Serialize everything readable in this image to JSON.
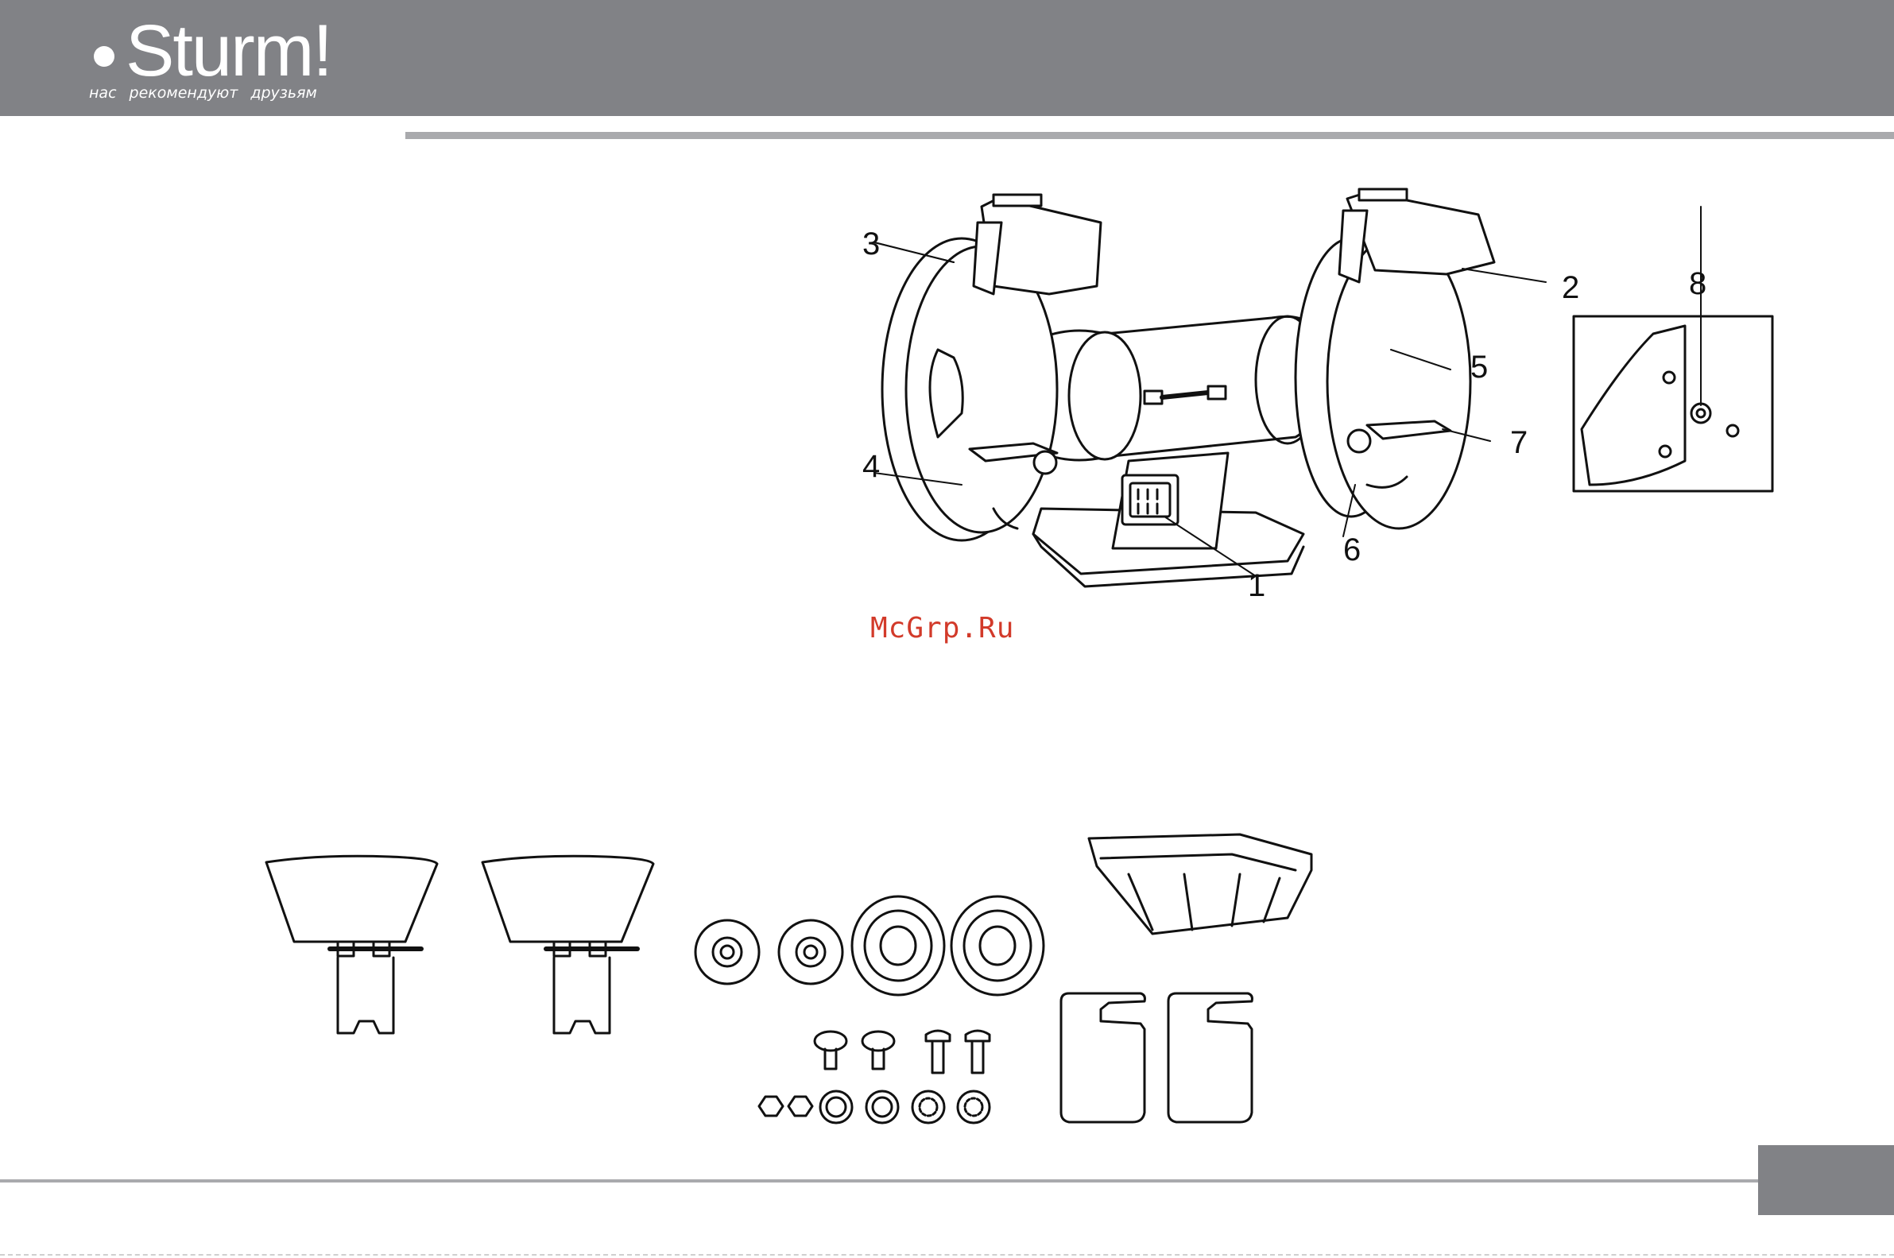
{
  "header": {
    "brand": "Sturm!",
    "tagline": "нас рекомендуют друзьям"
  },
  "figure_main": {
    "callouts": [
      "1",
      "2",
      "3",
      "4",
      "5",
      "6",
      "7",
      "8"
    ]
  },
  "watermark": "McGrp.Ru",
  "colors": {
    "header_gray": "#818286",
    "rule_gray": "#a9aaad",
    "watermark_red": "#d23a2a"
  }
}
